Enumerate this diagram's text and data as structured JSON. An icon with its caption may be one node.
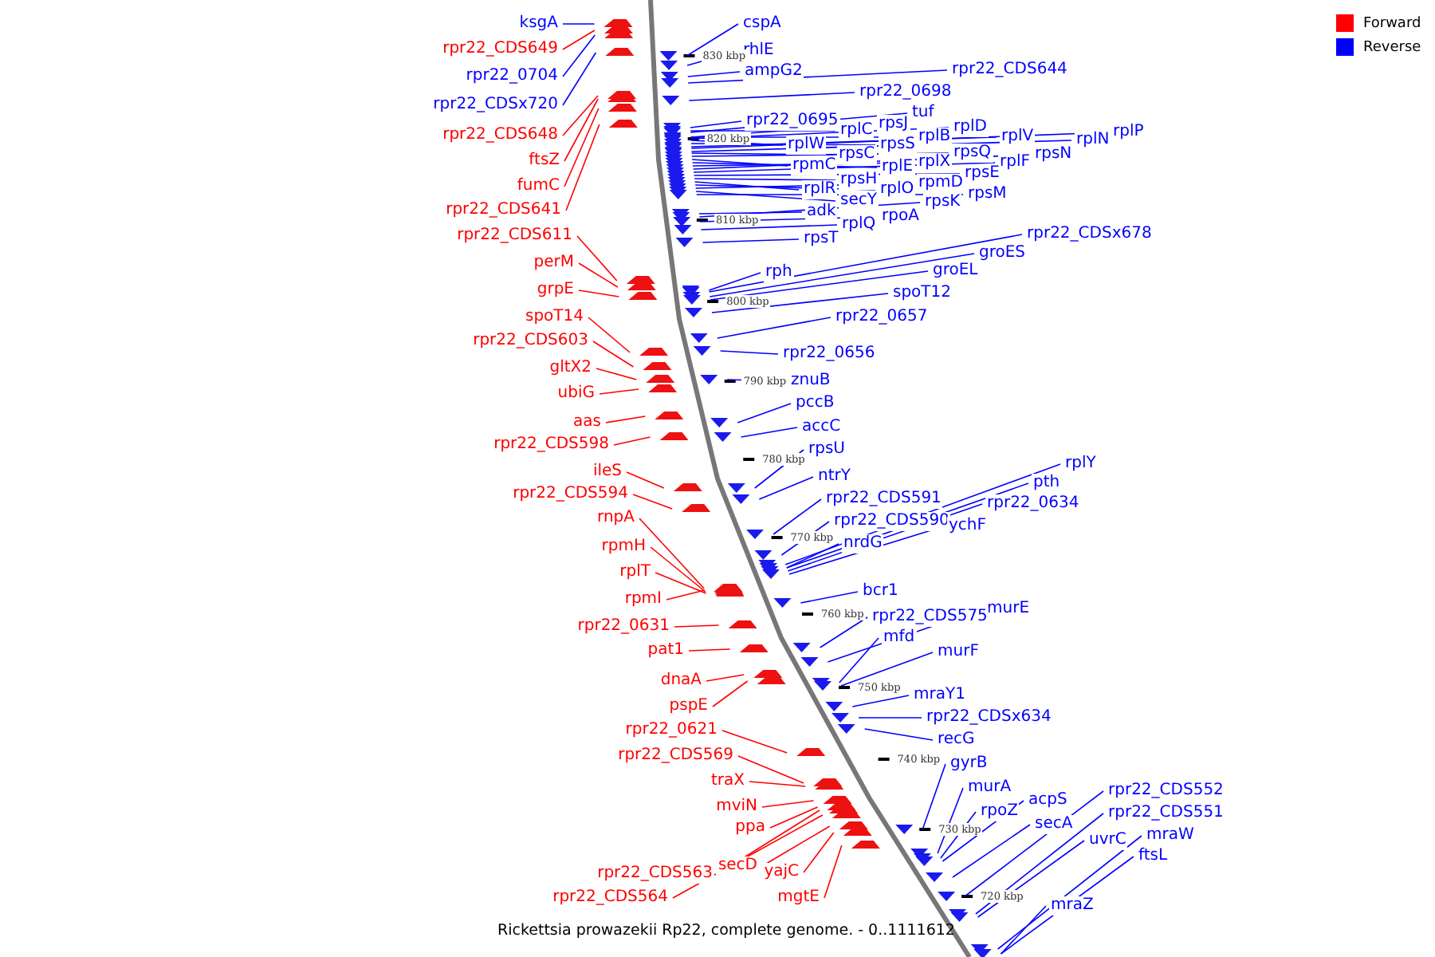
{
  "diagram": {
    "caption": "Rickettsia prowazekii Rp22, complete genome. - 0..1111612",
    "nodes": [
      {
        "text": [
          "ksgA"
        ]
      },
      {
        "text": [
          "rpr22_CDS649"
        ]
      },
      {
        "text": [
          "rpr22_0704"
        ]
      },
      {
        "text": [
          "rpr22_CDSx720"
        ]
      },
      {
        "text": [
          "rpr22_CDS648"
        ]
      },
      {
        "text": [
          "ftsZ"
        ]
      },
      {
        "text": [
          "fumC"
        ]
      },
      {
        "text": [
          "rpr22_CDS641"
        ]
      },
      {
        "text": [
          "rpr22_CDS611"
        ]
      },
      {
        "text": [
          "perM"
        ]
      },
      {
        "text": [
          "grpE"
        ]
      },
      {
        "text": [
          "spoT14"
        ]
      },
      {
        "text": [
          "rpr22_CDS603"
        ]
      },
      {
        "text": [
          "gltX2"
        ]
      },
      {
        "text": [
          "ubiG"
        ]
      },
      {
        "text": [
          "aas"
        ]
      },
      {
        "text": [
          "rpr22_CDS598"
        ]
      },
      {
        "text": [
          "ileS"
        ]
      },
      {
        "text": [
          "rpr22_CDS594"
        ]
      },
      {
        "text": [
          "rnpA"
        ]
      },
      {
        "text": [
          "rpmH"
        ]
      },
      {
        "text": [
          "rplT"
        ]
      },
      {
        "text": [
          "rpmI"
        ]
      },
      {
        "text": [
          "rpr22_0631"
        ]
      },
      {
        "text": [
          "pat1"
        ]
      },
      {
        "text": [
          "dnaA"
        ]
      },
      {
        "text": [
          "pspE"
        ]
      },
      {
        "text": [
          "rpr22_0621"
        ]
      },
      {
        "text": [
          "rpr22_CDS569"
        ]
      },
      {
        "text": [
          "traX"
        ]
      },
      {
        "text": [
          "mviN"
        ]
      },
      {
        "text": [
          "ppa"
        ]
      },
      {
        "text": [
          "rpr22_CDS563"
        ]
      },
      {
        "text": [
          "secD"
        ]
      },
      {
        "text": [
          "yajC"
        ]
      },
      {
        "text": [
          "rpr22_CDS564"
        ]
      },
      {
        "text": [
          "mgtE"
        ]
      },
      {
        "text": [
          "cspA"
        ]
      },
      {
        "text": [
          "rhlE"
        ]
      },
      {
        "text": [
          "ampG2"
        ]
      },
      {
        "text": [
          "rpr22_CDS644"
        ]
      },
      {
        "text": [
          "rpr22_0698"
        ]
      },
      {
        "text": [
          "tuf"
        ]
      },
      {
        "text": [
          "rpr22_0695"
        ]
      },
      {
        "text": [
          "rpsJ"
        ]
      },
      {
        "text": [
          "rplD"
        ]
      },
      {
        "text": [
          "rplC"
        ]
      },
      {
        "text": [
          "rplP"
        ]
      },
      {
        "text": [
          "rplB"
        ]
      },
      {
        "text": [
          "rplV"
        ]
      },
      {
        "text": [
          "rplN"
        ]
      },
      {
        "text": [
          "rplW"
        ]
      },
      {
        "text": [
          "rpsS"
        ]
      },
      {
        "text": [
          "rpsQ"
        ]
      },
      {
        "text": [
          "rpsC"
        ]
      },
      {
        "text": [
          "rpsN"
        ]
      },
      {
        "text": [
          "rplX"
        ]
      },
      {
        "text": [
          "rplF"
        ]
      },
      {
        "text": [
          "rpmC"
        ]
      },
      {
        "text": [
          "rplE"
        ]
      },
      {
        "text": [
          "rpsE"
        ]
      },
      {
        "text": [
          "rpsH"
        ]
      },
      {
        "text": [
          "rplR"
        ]
      },
      {
        "text": [
          "rplO"
        ]
      },
      {
        "text": [
          "rpmD"
        ]
      },
      {
        "text": [
          "rpsM"
        ]
      },
      {
        "text": [
          "secY"
        ]
      },
      {
        "text": [
          "rpsK"
        ]
      },
      {
        "text": [
          "adk"
        ]
      },
      {
        "text": [
          "rpoA"
        ]
      },
      {
        "text": [
          "rplQ"
        ]
      },
      {
        "text": [
          "rpr22_CDSx678"
        ]
      },
      {
        "text": [
          "rpsT"
        ]
      },
      {
        "text": [
          "groES"
        ]
      },
      {
        "text": [
          "rph"
        ]
      },
      {
        "text": [
          "groEL"
        ]
      },
      {
        "text": [
          "spoT12"
        ]
      },
      {
        "text": [
          "rpr22_0657"
        ]
      },
      {
        "text": [
          "rpr22_0656"
        ]
      },
      {
        "text": [
          "znuB"
        ]
      },
      {
        "text": [
          "pccB"
        ]
      },
      {
        "text": [
          "accC"
        ]
      },
      {
        "text": [
          "rpsU"
        ]
      },
      {
        "text": [
          "rplY"
        ]
      },
      {
        "text": [
          "ntrY"
        ]
      },
      {
        "text": [
          "pth"
        ]
      },
      {
        "text": [
          "rpr22_CDS591"
        ]
      },
      {
        "text": [
          "rpr22_0634"
        ]
      },
      {
        "text": [
          "rpr22_CDS590"
        ]
      },
      {
        "text": [
          "ychF"
        ]
      },
      {
        "text": [
          "nrdG"
        ]
      },
      {
        "text": [
          "bcr1"
        ]
      },
      {
        "text": [
          "murE"
        ]
      },
      {
        "text": [
          "rpr22_CDS575"
        ]
      },
      {
        "text": [
          "mfd"
        ]
      },
      {
        "text": [
          "murF"
        ]
      },
      {
        "text": [
          "mraY1"
        ]
      },
      {
        "text": [
          "rpr22_CDSx634"
        ]
      },
      {
        "text": [
          "recG"
        ]
      },
      {
        "text": [
          "gyrB"
        ]
      },
      {
        "text": [
          "murA"
        ]
      },
      {
        "text": [
          "rpr22_CDS552"
        ]
      },
      {
        "text": [
          "acpS"
        ]
      },
      {
        "text": [
          "rpoZ"
        ]
      },
      {
        "text": [
          "rpr22_CDS551"
        ]
      },
      {
        "text": [
          "secA"
        ]
      },
      {
        "text": [
          "mraW"
        ]
      },
      {
        "text": [
          "uvrC"
        ]
      },
      {
        "text": [
          "ftsL"
        ]
      },
      {
        "text": [
          "mraZ"
        ]
      }
    ],
    "edges": [
      {
        "from": 0,
        "to": null,
        "arrow": "none"
      },
      {
        "from": 1,
        "to": null,
        "arrow": "none",
        "color": "#ff0000"
      },
      {
        "from": 2,
        "to": null,
        "arrow": "none"
      },
      {
        "from": 3,
        "to": null,
        "arrow": "none"
      },
      {
        "from": 4,
        "to": null,
        "arrow": "none",
        "color": "#ff0000"
      },
      {
        "from": 5,
        "to": null,
        "arrow": "none",
        "color": "#ff0000"
      },
      {
        "from": 6,
        "to": null,
        "arrow": "none",
        "color": "#ff0000"
      },
      {
        "from": 7,
        "to": null,
        "arrow": "none",
        "color": "#ff0000"
      },
      {
        "from": 8,
        "to": null,
        "arrow": "none",
        "color": "#ff0000"
      },
      {
        "from": 9,
        "to": null,
        "arrow": "none",
        "color": "#ff0000"
      },
      {
        "from": 10,
        "to": null,
        "arrow": "none",
        "color": "#ff0000"
      },
      {
        "from": 11,
        "to": null,
        "arrow": "none",
        "color": "#ff0000"
      },
      {
        "from": 12,
        "to": null,
        "arrow": "none",
        "color": "#ff0000"
      },
      {
        "from": 13,
        "to": null,
        "arrow": "none",
        "color": "#ff0000"
      },
      {
        "from": 14,
        "to": null,
        "arrow": "none",
        "color": "#ff0000"
      },
      {
        "from": 15,
        "to": null,
        "arrow": "none",
        "color": "#ff0000"
      },
      {
        "from": 16,
        "to": null,
        "arrow": "none",
        "color": "#ff0000"
      },
      {
        "from": 17,
        "to": null,
        "arrow": "none",
        "color": "#ff0000"
      },
      {
        "from": 18,
        "to": null,
        "arrow": "none",
        "color": "#ff0000"
      },
      {
        "from": 19,
        "to": null,
        "arrow": "none",
        "color": "#ff0000"
      },
      {
        "from": 20,
        "to": null,
        "arrow": "none",
        "color": "#ff0000"
      },
      {
        "from": 21,
        "to": null,
        "arrow": "none",
        "color": "#ff0000"
      },
      {
        "from": 22,
        "to": null,
        "arrow": "none",
        "color": "#ff0000"
      },
      {
        "from": 23,
        "to": null,
        "arrow": "none",
        "color": "#ff0000"
      },
      {
        "from": 24,
        "to": null,
        "arrow": "none",
        "color": "#ff0000"
      },
      {
        "from": 25,
        "to": null,
        "arrow": "none",
        "color": "#ff0000"
      },
      {
        "from": 26,
        "to": null,
        "arrow": "none",
        "color": "#ff0000"
      },
      {
        "from": 27,
        "to": null,
        "arrow": "none",
        "color": "#ff0000"
      },
      {
        "from": 28,
        "to": null,
        "arrow": "none",
        "color": "#ff0000"
      },
      {
        "from": 29,
        "to": null,
        "arrow": "none",
        "color": "#ff0000"
      },
      {
        "from": 30,
        "to": null,
        "arrow": "none",
        "color": "#ff0000"
      },
      {
        "from": 31,
        "to": null,
        "arrow": "none",
        "color": "#ff0000"
      },
      {
        "from": 32,
        "to": null,
        "arrow": "none",
        "color": "#ff0000"
      },
      {
        "from": 33,
        "to": null,
        "arrow": "none",
        "color": "#ff0000"
      },
      {
        "from": 34,
        "to": null,
        "arrow": "none",
        "color": "#ff0000"
      },
      {
        "from": 35,
        "to": null,
        "arrow": "none",
        "color": "#ff0000"
      },
      {
        "from": 36,
        "to": null,
        "arrow": "none",
        "color": "#ff0000"
      },
      {
        "from": 37,
        "to": null,
        "arrow": "none"
      },
      {
        "from": 38,
        "to": null,
        "arrow": "none"
      },
      {
        "from": 39,
        "to": null,
        "arrow": "none"
      },
      {
        "from": 40,
        "to": null,
        "arrow": "none"
      },
      {
        "from": 41,
        "to": null,
        "arrow": "none"
      },
      {
        "from": 42,
        "to": null,
        "arrow": "none"
      },
      {
        "from": 43,
        "to": null,
        "arrow": "none"
      },
      {
        "from": 44,
        "to": null,
        "arrow": "none"
      },
      {
        "from": 45,
        "to": null,
        "arrow": "none"
      },
      {
        "from": 46,
        "to": null,
        "arrow": "none"
      },
      {
        "from": 47,
        "to": null,
        "arrow": "none"
      },
      {
        "from": 48,
        "to": null,
        "arrow": "none"
      },
      {
        "from": 49,
        "to": null,
        "arrow": "none"
      },
      {
        "from": 50,
        "to": null,
        "arrow": "none"
      },
      {
        "from": 51,
        "to": null,
        "arrow": "none"
      },
      {
        "from": 52,
        "to": null,
        "arrow": "none"
      },
      {
        "from": 53,
        "to": null,
        "arrow": "none"
      },
      {
        "from": 54,
        "to": null,
        "arrow": "none"
      },
      {
        "from": 55,
        "to": null,
        "arrow": "none"
      },
      {
        "from": 56,
        "to": null,
        "arrow": "none"
      },
      {
        "from": 57,
        "to": null,
        "arrow": "none"
      },
      {
        "from": 58,
        "to": null,
        "arrow": "none"
      },
      {
        "from": 59,
        "to": null,
        "arrow": "none"
      },
      {
        "from": 60,
        "to": null,
        "arrow": "none"
      },
      {
        "from": 61,
        "to": null,
        "arrow": "none"
      },
      {
        "from": 62,
        "to": null,
        "arrow": "none"
      },
      {
        "from": 63,
        "to": null,
        "arrow": "none"
      },
      {
        "from": 64,
        "to": null,
        "arrow": "none"
      },
      {
        "from": 65,
        "to": null,
        "arrow": "none"
      },
      {
        "from": 66,
        "to": null,
        "arrow": "none"
      },
      {
        "from": 67,
        "to": null,
        "arrow": "none"
      },
      {
        "from": 68,
        "to": null,
        "arrow": "none"
      },
      {
        "from": 69,
        "to": null,
        "arrow": "none"
      },
      {
        "from": 70,
        "to": null,
        "arrow": "none"
      },
      {
        "from": 71,
        "to": null,
        "arrow": "none"
      },
      {
        "from": 72,
        "to": null,
        "arrow": "none"
      },
      {
        "from": 73,
        "to": null,
        "arrow": "none"
      },
      {
        "from": 74,
        "to": null,
        "arrow": "none"
      },
      {
        "from": 75,
        "to": null,
        "arrow": "none"
      },
      {
        "from": 76,
        "to": null,
        "arrow": "none"
      },
      {
        "from": 77,
        "to": null,
        "arrow": "none"
      },
      {
        "from": 78,
        "to": null,
        "arrow": "none"
      },
      {
        "from": 79,
        "to": null,
        "arrow": "none"
      },
      {
        "from": 80,
        "to": null,
        "arrow": "none"
      },
      {
        "from": 81,
        "to": null,
        "arrow": "none"
      },
      {
        "from": 82,
        "to": null,
        "arrow": "none"
      },
      {
        "from": 83,
        "to": null,
        "arrow": "none"
      },
      {
        "from": 84,
        "to": null,
        "arrow": "none"
      },
      {
        "from": 85,
        "to": null,
        "arrow": "none"
      },
      {
        "from": 86,
        "to": null,
        "arrow": "none"
      },
      {
        "from": 87,
        "to": null,
        "arrow": "none"
      },
      {
        "from": 88,
        "to": null,
        "arrow": "none"
      },
      {
        "from": 89,
        "to": null,
        "arrow": "none"
      },
      {
        "from": 90,
        "to": null,
        "arrow": "none"
      },
      {
        "from": 91,
        "to": null,
        "arrow": "none"
      },
      {
        "from": 92,
        "to": null,
        "arrow": "none"
      },
      {
        "from": 93,
        "to": null,
        "arrow": "none"
      },
      {
        "from": 94,
        "to": null,
        "arrow": "none"
      },
      {
        "from": 95,
        "to": null,
        "arrow": "none"
      },
      {
        "from": 96,
        "to": null,
        "arrow": "none"
      },
      {
        "from": 97,
        "to": null,
        "arrow": "none"
      },
      {
        "from": 98,
        "to": null,
        "arrow": "none"
      },
      {
        "from": 99,
        "to": null,
        "arrow": "none"
      },
      {
        "from": 100,
        "to": null,
        "arrow": "none"
      },
      {
        "from": 101,
        "to": null,
        "arrow": "none"
      },
      {
        "from": 102,
        "to": null,
        "arrow": "none"
      },
      {
        "from": 103,
        "to": null,
        "arrow": "none"
      },
      {
        "from": 104,
        "to": null,
        "arrow": "none"
      },
      {
        "from": 105,
        "to": null,
        "arrow": "none"
      },
      {
        "from": 106,
        "to": null,
        "arrow": "none"
      },
      {
        "from": 107,
        "to": null,
        "arrow": "none"
      },
      {
        "from": 108,
        "to": null,
        "arrow": "none"
      },
      {
        "from": 109,
        "to": null,
        "arrow": "none"
      }
    ],
    "labels": [
      "830 kbp",
      "820 kbp",
      "810 kbp",
      "800 kbp",
      "790 kbp",
      "780 kbp",
      "770 kbp",
      "760 kbp",
      "750 kbp",
      "740 kbp",
      "730 kbp",
      "720 kbp"
    ],
    "legend": [
      {
        "text": "Forward",
        "color": "#ff0000"
      },
      {
        "text": "Reverse",
        "color": "#0000ff"
      }
    ]
  }
}
